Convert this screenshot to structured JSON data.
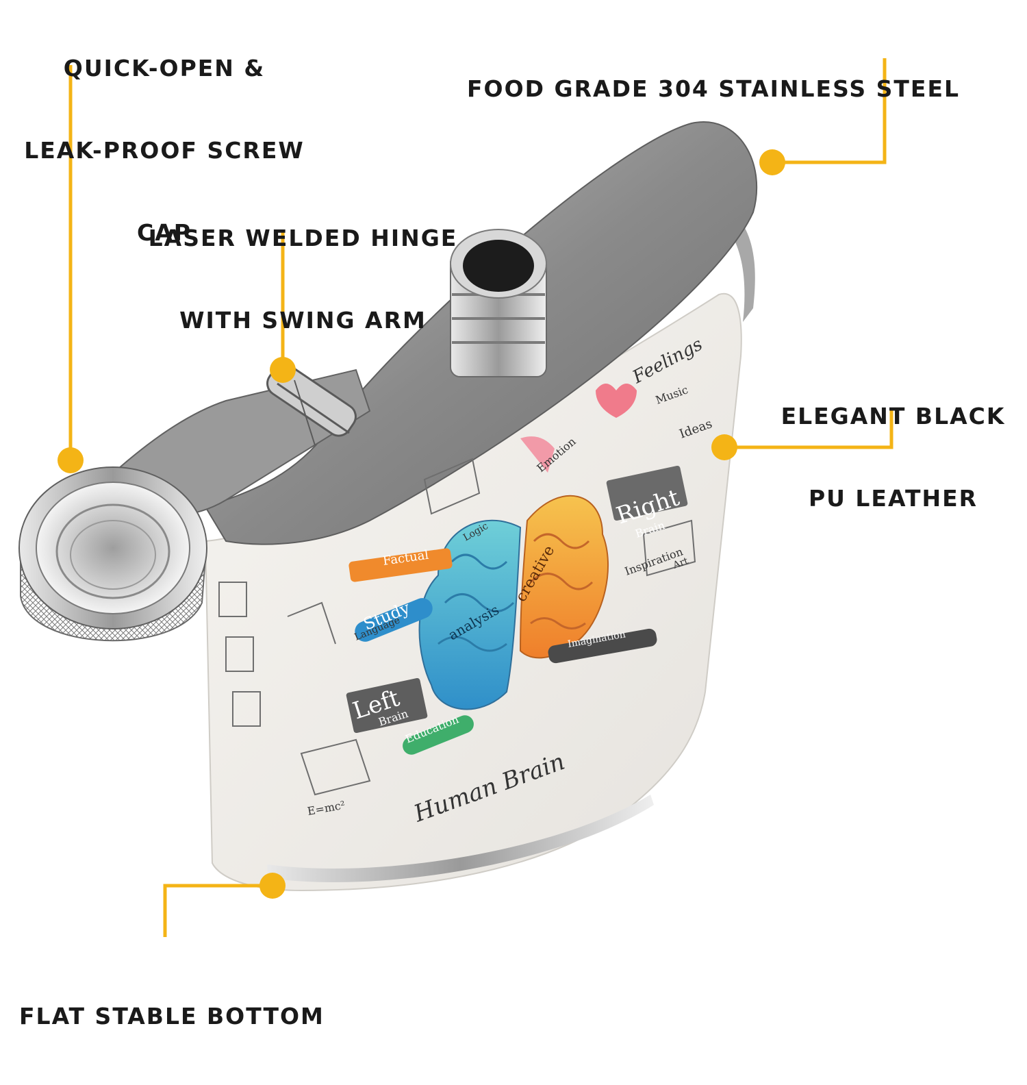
{
  "colors": {
    "accent": "#f4b416",
    "text": "#1a1a1a",
    "steel": "#8c8c8c",
    "leather": "#f1efeb"
  },
  "callouts": {
    "cap": {
      "lines": [
        "QUICK-OPEN &",
        "LEAK-PROOF SCREW",
        "CAP"
      ]
    },
    "hinge": {
      "lines": [
        "LASER WELDED HINGE",
        "WITH SWING ARM"
      ]
    },
    "steel": {
      "lines": [
        "FOOD GRADE 304 STAINLESS STEEL"
      ]
    },
    "leather": {
      "lines": [
        "ELEGANT BLACK",
        "PU LEATHER"
      ]
    },
    "bottom": {
      "lines": [
        "FLAT STABLE BOTTOM"
      ]
    }
  },
  "artwork": {
    "words": [
      "Feelings",
      "Right",
      "Brain",
      "Left",
      "Brain",
      "creative",
      "analysis",
      "Study",
      "Factual",
      "Logic",
      "Emotion",
      "Music",
      "Ideas",
      "Inspiration",
      "Art",
      "Imagination",
      "Language",
      "Education",
      "Human Brain",
      "E=mc²"
    ]
  }
}
